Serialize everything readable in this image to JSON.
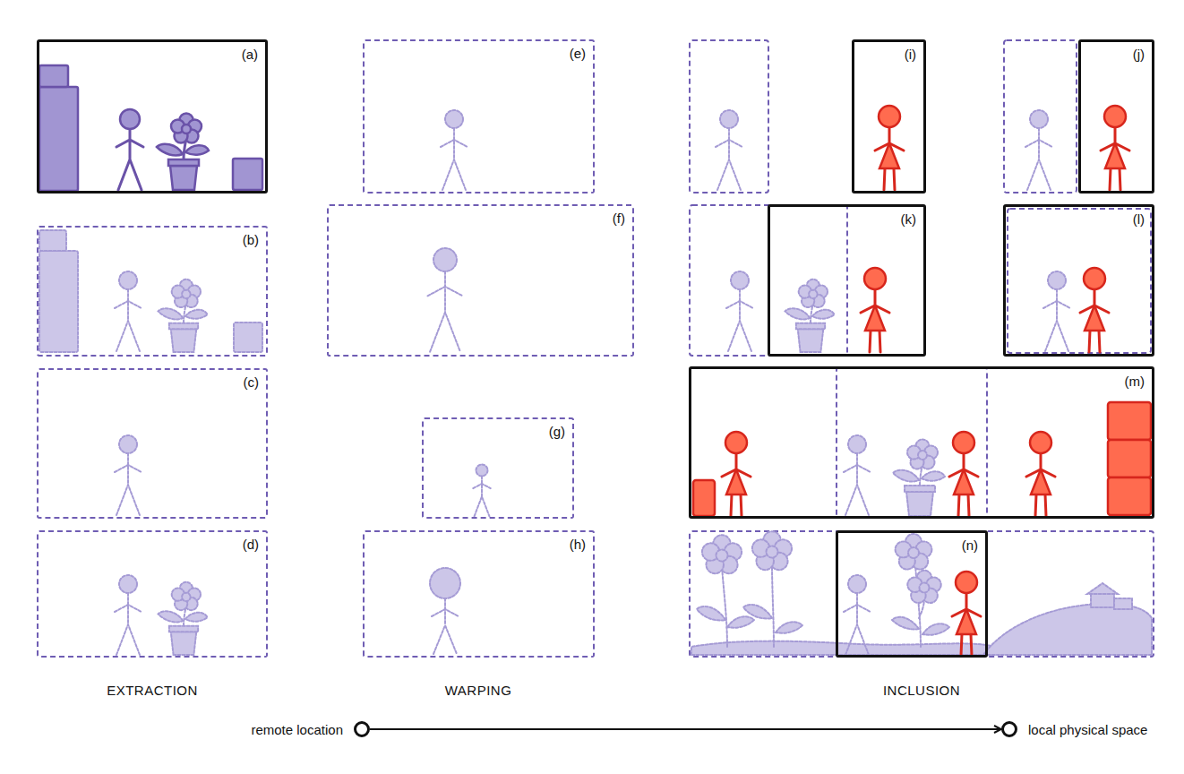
{
  "diagram": {
    "nodes": [
      {
        "text": [
          "(a)"
        ]
      },
      {
        "text": [
          "(b)"
        ]
      },
      {
        "text": [
          "(c)"
        ]
      },
      {
        "text": [
          "(d)"
        ]
      },
      {
        "text": [
          "(e)"
        ]
      },
      {
        "text": [
          "(f)"
        ]
      },
      {
        "text": [
          "(g)"
        ]
      },
      {
        "text": [
          "(h)"
        ]
      },
      {
        "text": [
          "(i)"
        ]
      },
      {
        "text": [
          "(j)"
        ]
      },
      {
        "text": [
          "(k)"
        ]
      },
      {
        "text": [
          "(l)"
        ]
      },
      {
        "text": [
          "(m)"
        ]
      },
      {
        "text": [
          "(n)"
        ]
      },
      {
        "text": [
          "remote location"
        ]
      },
      {
        "text": [
          "local physical space"
        ]
      }
    ],
    "edges": [
      {
        "from": 14,
        "to": 15,
        "arrow": "to"
      }
    ],
    "labels": [
      "EXTRACTION",
      "WARPING",
      "INCLUSION"
    ]
  }
}
